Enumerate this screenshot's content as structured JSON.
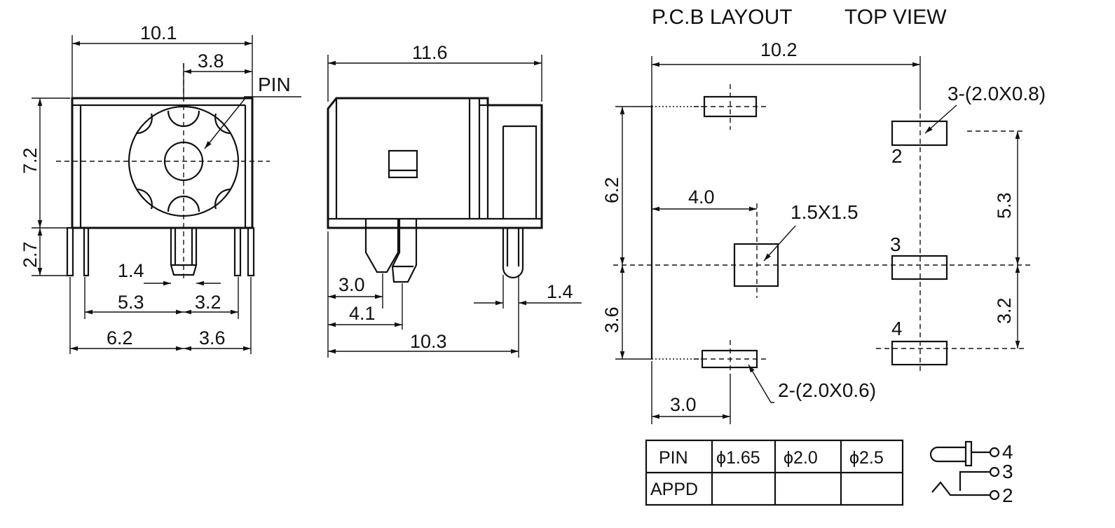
{
  "front_view": {
    "dim_top_width": "10.1",
    "dim_pin_offset": "3.8",
    "pin_label": "PIN",
    "dim_height": "7.2",
    "dim_leg": "2.7",
    "dim_pin_width": "1.4",
    "dim_left_53": "5.3",
    "dim_right_32": "3.2",
    "dim_left_62": "6.2",
    "dim_right_36": "3.6"
  },
  "side_view": {
    "dim_width": "11.6",
    "dim_30": "3.0",
    "dim_41": "4.1",
    "dim_103": "10.3",
    "dim_14": "1.4"
  },
  "pcb_layout": {
    "title_left": "P.C.B LAYOUT",
    "title_right": "TOP VIEW",
    "dim_width": "10.2",
    "pad_note_3": "3-(2.0X0.8)",
    "pin2_label": "2",
    "dim_62": "6.2",
    "dim_40": "4.0",
    "center_pad": "1.5X1.5",
    "dim_53": "5.3",
    "pin3_label": "3",
    "dim_36": "3.6",
    "dim_32": "3.2",
    "pin4_label": "4",
    "pad_note_2": "2-(2.0X0.6)",
    "dim_30": "3.0"
  },
  "table": {
    "headers": [
      "PIN",
      "ϕ1.65",
      "ϕ2.0",
      "ϕ2.5"
    ],
    "row_label": "APPD"
  },
  "schematic": {
    "pin4": "4",
    "pin3": "3",
    "pin2": "2"
  }
}
